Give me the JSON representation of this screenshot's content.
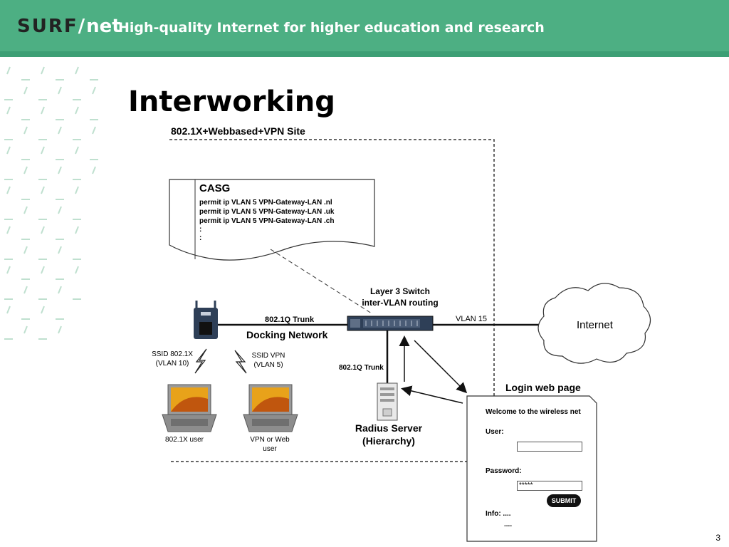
{
  "header": {
    "logo_surf": "SURF",
    "logo_net": "net",
    "tagline": "High-quality Internet for higher education and research"
  },
  "title": "Interworking",
  "diagram": {
    "site_label": "802.1X+Webbased+VPN Site",
    "casg": {
      "title": "CASG",
      "rules": [
        "permit ip VLAN 5 VPN-Gateway-LAN .nl",
        "permit ip VLAN 5 VPN-Gateway-LAN .uk",
        "permit ip VLAN 5 VPN-Gateway-LAN .ch",
        ":",
        ":"
      ]
    },
    "switch_label_1": "Layer 3 Switch",
    "switch_label_2": "inter-VLAN routing",
    "trunk_top": "802.1Q Trunk",
    "docking_network": "Docking Network",
    "vlan15": "VLAN 15",
    "internet": "Internet",
    "ssid_8021x_1": "SSID 802.1X",
    "ssid_8021x_2": "(VLAN 10)",
    "ssid_vpn_1": "SSID VPN",
    "ssid_vpn_2": "(VLAN 5)",
    "trunk_bottom": "802.1Q Trunk",
    "user_8021x": "802.1X user",
    "user_vpn_1": "VPN or Web",
    "user_vpn_2": "user",
    "radius_1": "Radius Server",
    "radius_2": "(Hierarchy)",
    "login": {
      "title": "Login web page",
      "welcome": "Welcome to the wireless net",
      "user_label": "User:",
      "user_value": "",
      "password_label": "Password:",
      "password_value": "*****",
      "submit": "SUBMIT",
      "info_label": "Info: ....",
      "info_value": "...."
    }
  },
  "page_number": "3",
  "colors": {
    "header": "#4daf83",
    "accent": "#3d9f75"
  }
}
